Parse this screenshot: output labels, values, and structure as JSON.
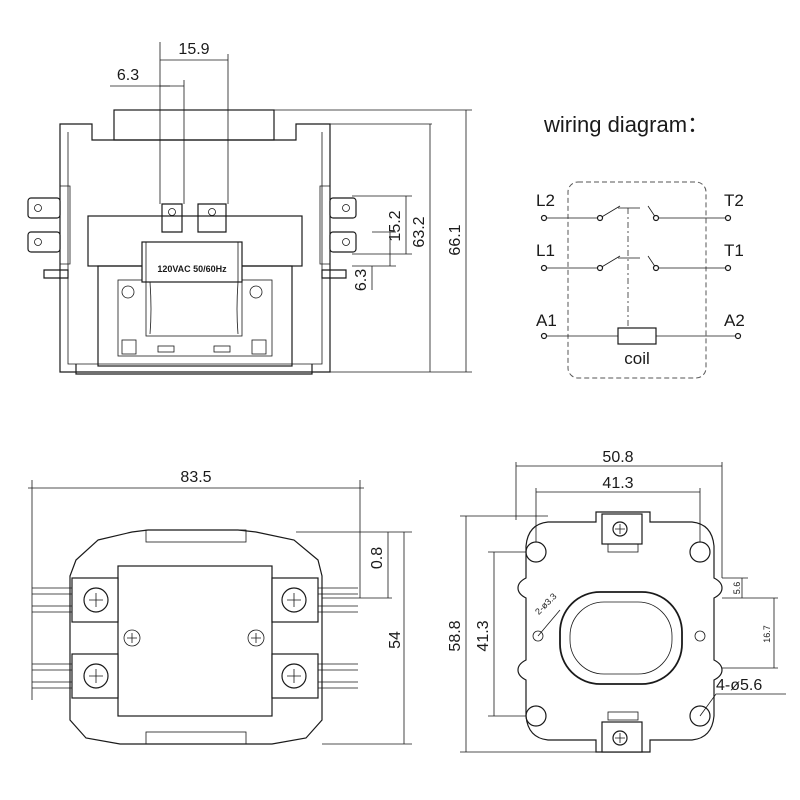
{
  "front_view": {
    "dimensions": {
      "top_wide": "15.9",
      "top_narrow": "6.3",
      "right_a": "15.2",
      "right_b": "63.2",
      "right_c": "66.1",
      "right_small": "6.3"
    },
    "coil_label": "120VAC 50/60Hz"
  },
  "wiring": {
    "title": "wiring diagram：",
    "terminals": {
      "l2": "L2",
      "t2": "T2",
      "l1": "L1",
      "t1": "T1",
      "a1": "A1",
      "a2": "A2"
    },
    "coil": "coil"
  },
  "top_view": {
    "dimensions": {
      "width": "83.5",
      "offset": "0.8",
      "height": "54"
    }
  },
  "mount_view": {
    "dimensions": {
      "outer_width": "50.8",
      "hole_spacing_x": "41.3",
      "outer_height": "58.8",
      "hole_spacing_y": "41.3",
      "small_hole": "2-ø3.3",
      "notch": "5.6",
      "notch_spacing": "16.7",
      "mount_holes": "4-ø5.6"
    }
  }
}
